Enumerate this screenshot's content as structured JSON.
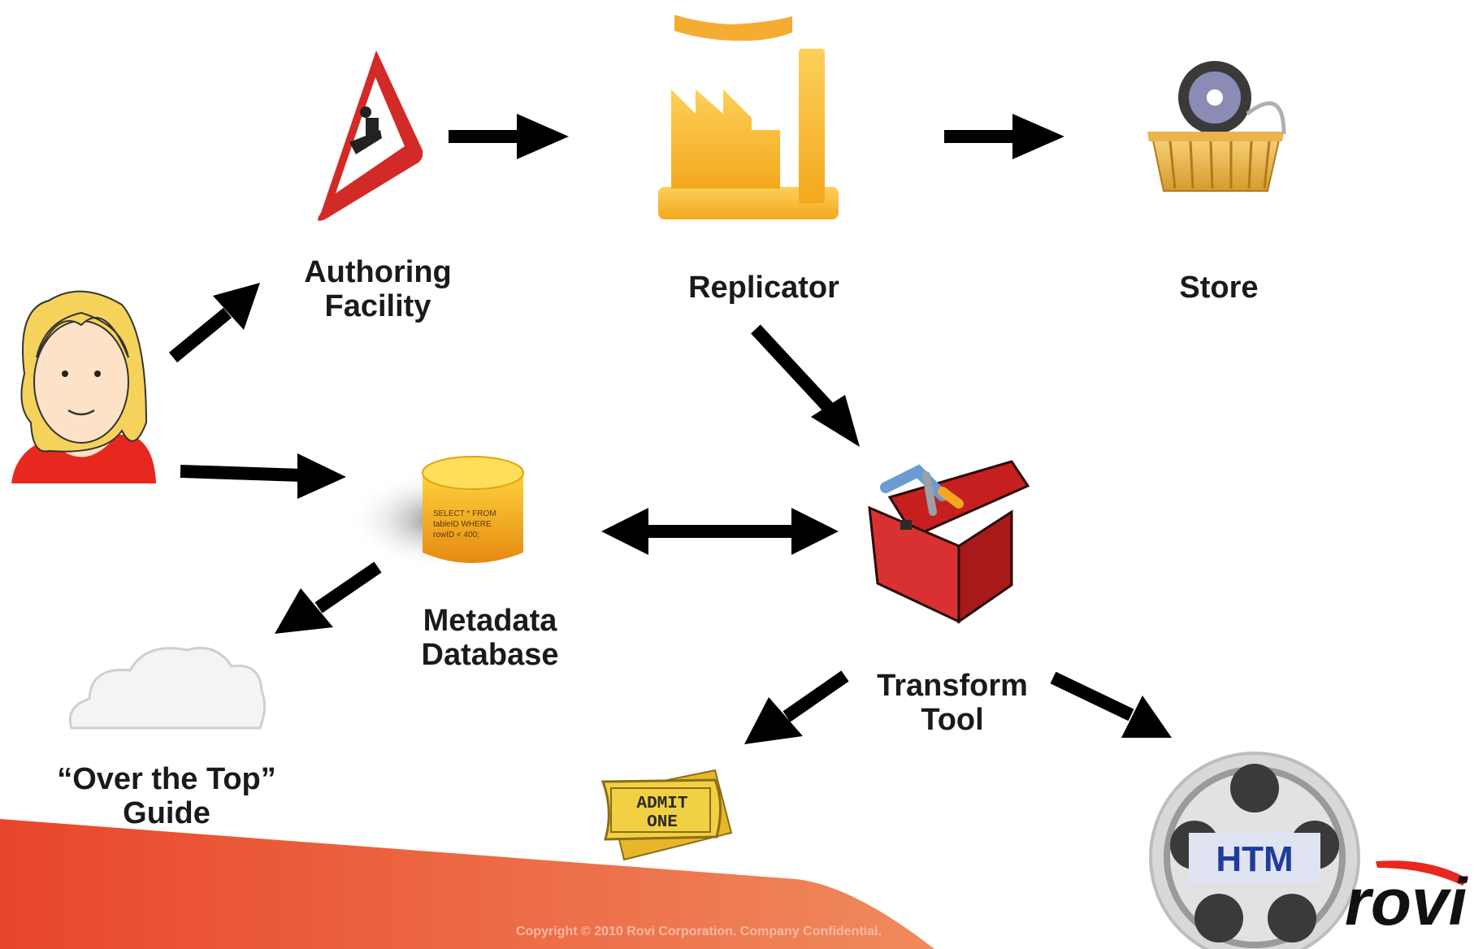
{
  "nodes": {
    "authoring": {
      "line1": "Authoring",
      "line2": "Facility"
    },
    "replicator": {
      "line1": "Replicator"
    },
    "store": {
      "line1": "Store"
    },
    "metadata": {
      "line1": "Metadata",
      "line2": "Database",
      "sql": [
        "SELECT * FROM",
        "tableID WHERE",
        "rowID < 400;"
      ]
    },
    "transform": {
      "line1": "Transform",
      "line2": "Tool"
    },
    "guide": {
      "line1": "“Over the Top”",
      "line2": "Guide"
    },
    "ticket": {
      "line1": "ADMIT",
      "line2": "ONE"
    },
    "reel": {
      "label": "HTM"
    }
  },
  "footer": {
    "copyright": "Copyright © 2010 Rovi Corporation. Company Confidential.",
    "logo": "rovi"
  },
  "icons": {
    "user": "person-icon",
    "authoring": "warning-sign-icon",
    "replicator": "factory-icon",
    "store": "shopping-basket-icon",
    "metadata": "database-icon",
    "transform": "toolbox-icon",
    "guide": "cloud-icon",
    "ticket": "ticket-icon",
    "reel": "film-reel-icon"
  },
  "colors": {
    "arrow": "#000000",
    "accent": "#e8462a",
    "factory": "#f6b12a",
    "toolbox": "#d42a28"
  }
}
